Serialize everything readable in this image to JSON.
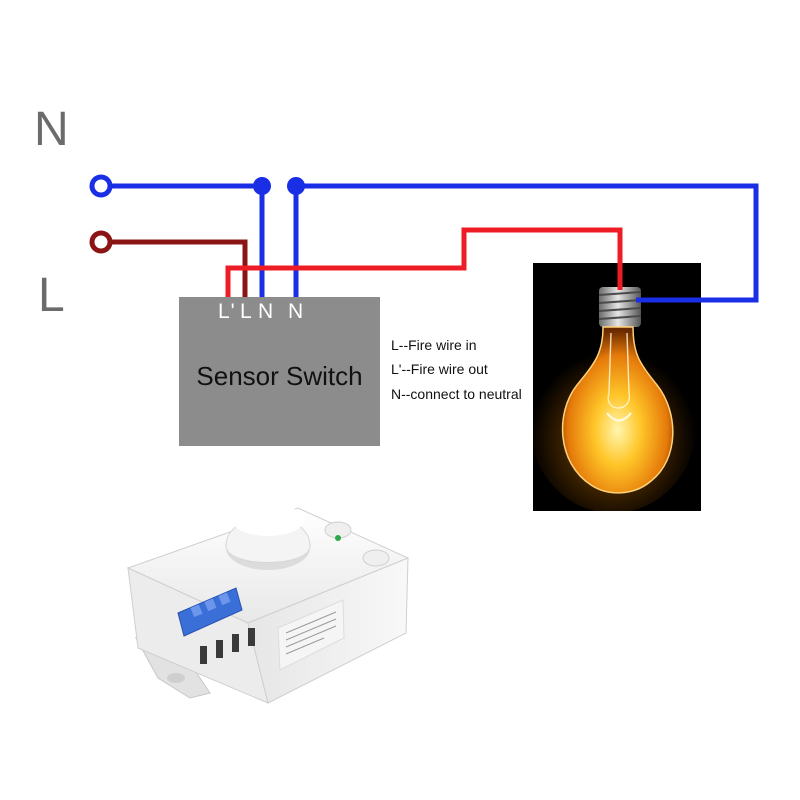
{
  "terminals_left": {
    "n": "N",
    "l": "L"
  },
  "switch": {
    "title": "Sensor Switch",
    "terminal_labels": [
      "L'",
      "L",
      "N",
      "N"
    ]
  },
  "legend": [
    "L--Fire wire in",
    "L'--Fire wire out",
    "N--connect to neutral"
  ],
  "colors": {
    "neutral_wire": "#1a2ee6",
    "fire_in_wire": "#8b1414",
    "fire_out_wire": "#ee1c24",
    "switch_box": "#8c8c8c",
    "label_gray": "#6b6b6b",
    "device_body": "#f2f2f2",
    "device_terminal_blue": "#3a6fd8"
  },
  "icons": {
    "lamp": "glowing-light-bulb",
    "device": "microwave-sensor-module"
  }
}
